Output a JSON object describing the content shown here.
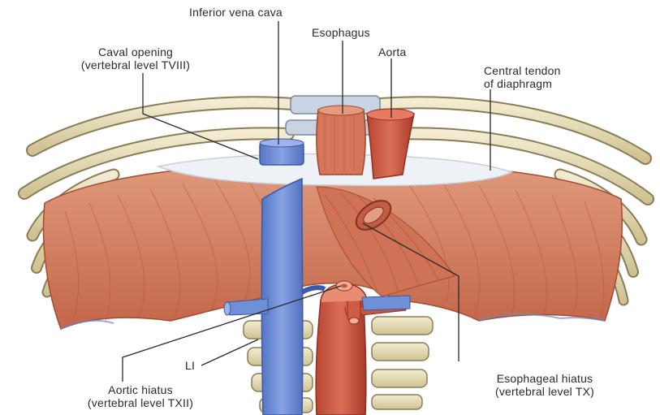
{
  "labels": {
    "ivc": "Inferior vena cava",
    "caval_opening_1": "Caval opening",
    "caval_opening_2": "(vertebral level TVIII)",
    "esophagus": "Esophagus",
    "aorta": "Aorta",
    "central_tendon_1": "Central tendon",
    "central_tendon_2": "of diaphragm",
    "l1": "LI",
    "aortic_hiatus_1": "Aortic hiatus",
    "aortic_hiatus_2": "(vertebral level TXII)",
    "esophageal_hiatus_1": "Esophageal hiatus",
    "esophageal_hiatus_2": "(vertebral level TX)"
  },
  "colors": {
    "muscle": "#d27a5a",
    "muscle_dark": "#b85a3e",
    "tendon": "#eef1f6",
    "vein": "#6f8fd6",
    "bone": "#e6dcb8",
    "bone_edge": "#8a7d55"
  }
}
